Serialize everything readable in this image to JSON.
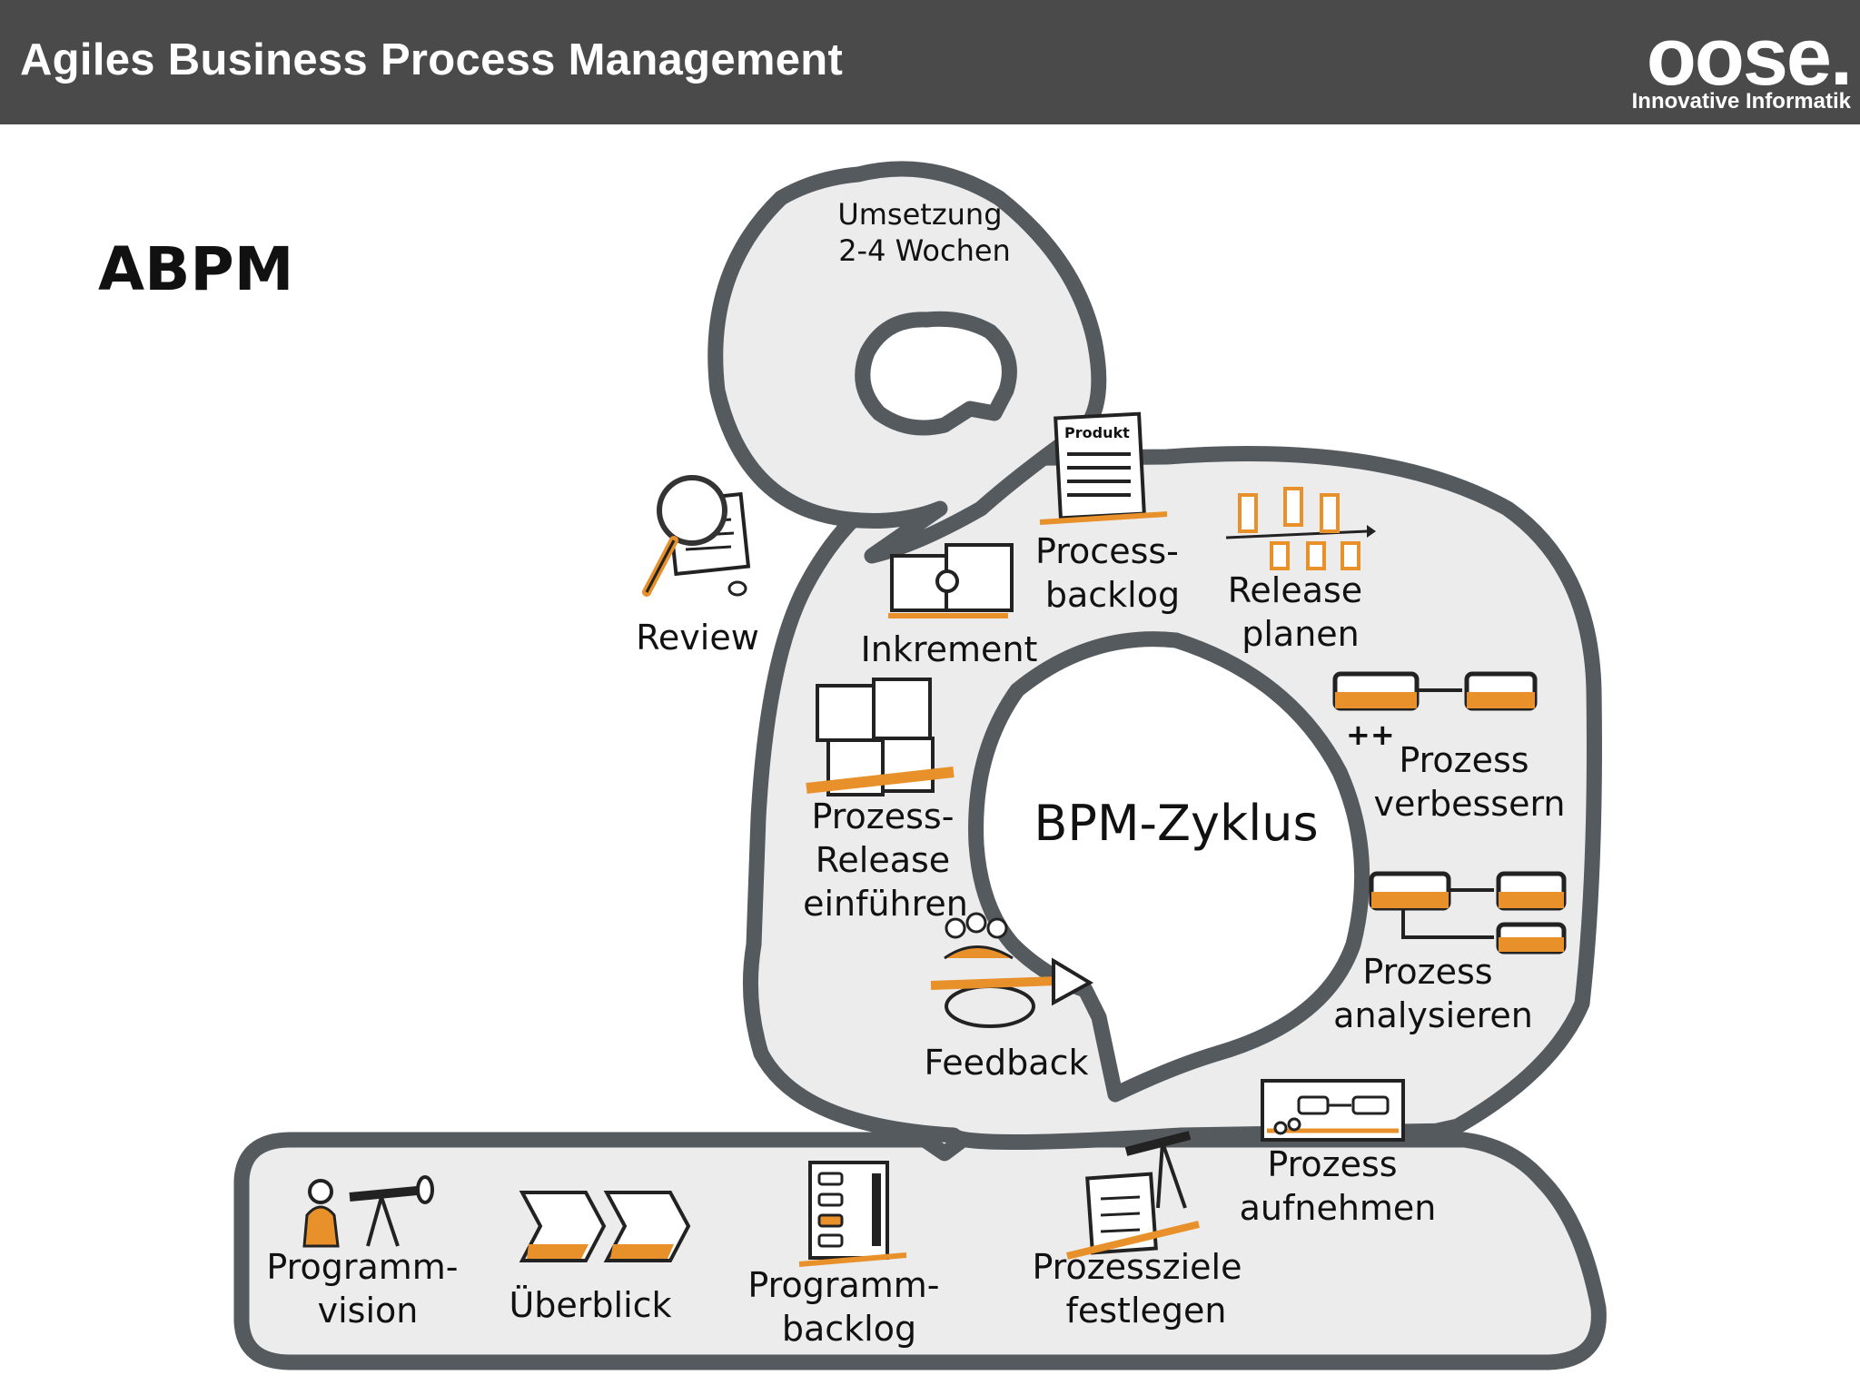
{
  "header": {
    "title": "Agiles Business Process Management",
    "logo_word": "oose.",
    "logo_subtitle": "Innovative Informatik",
    "background_color": "#4a4a4a"
  },
  "heading": "ABPM",
  "diagram": {
    "center_label": "BPM-Zyklus",
    "top_loop_label": [
      "Umsetzung",
      "2-4 Wochen"
    ],
    "steps": {
      "review": [
        "Review"
      ],
      "inkrement": [
        "Inkrement"
      ],
      "process_backlog": [
        "Process-",
        "backlog"
      ],
      "release_planen": [
        "Release",
        "planen"
      ],
      "prozess_verbessern": [
        "Prozess",
        "verbessern"
      ],
      "prozess_release": [
        "Prozess-",
        "Release",
        "einführen"
      ],
      "prozess_analysieren": [
        "Prozess",
        "analysieren"
      ],
      "feedback": [
        "Feedback"
      ],
      "prozess_aufnehmen": [
        "Prozess",
        "aufnehmen"
      ],
      "prozessziele": [
        "Prozessziele",
        "festlegen"
      ],
      "programm_backlog": [
        "Programm-",
        "backlog"
      ],
      "ueberblick": [
        "Überblick"
      ],
      "programm_vision": [
        "Programm-",
        "vision"
      ]
    },
    "icon_text": {
      "produkt": "Produkt",
      "plus_plus": "++"
    },
    "colors": {
      "track_fill": "#ececec",
      "track_stroke": "#555a5e",
      "accent": "#e8902a"
    }
  }
}
